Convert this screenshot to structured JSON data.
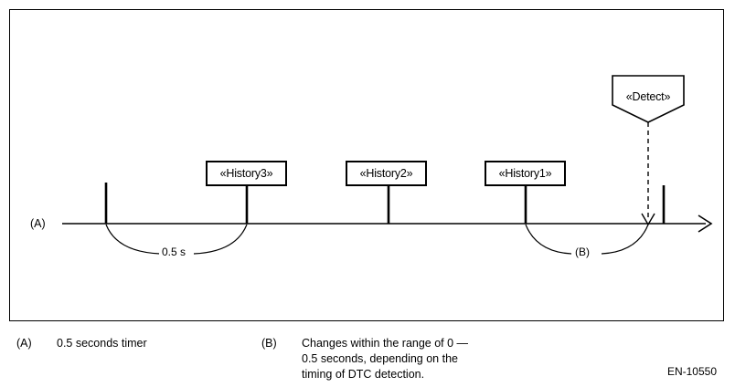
{
  "diagram": {
    "id_label": "EN-10550",
    "axis": {
      "label": "(A)",
      "type": "timeline-arrow"
    },
    "events": [
      {
        "name": "history3",
        "label": "«History3»"
      },
      {
        "name": "history2",
        "label": "«History2»"
      },
      {
        "name": "history1",
        "label": "«History1»"
      }
    ],
    "detect": {
      "label": "«Detect»",
      "shape": "pentagon-callout"
    },
    "span_annotations": [
      {
        "name": "timer-span",
        "label": "0.5 s"
      },
      {
        "name": "variable-span",
        "label": "(B)"
      }
    ]
  },
  "legend": {
    "items": [
      {
        "tag": "(A)",
        "text": "0.5 seconds timer"
      },
      {
        "tag": "(B)",
        "text": "Changes within the range of 0 —\n0.5 seconds, depending on the\ntiming of DTC detection."
      }
    ]
  },
  "colors": {
    "ink": "#000000",
    "paper": "#ffffff"
  }
}
